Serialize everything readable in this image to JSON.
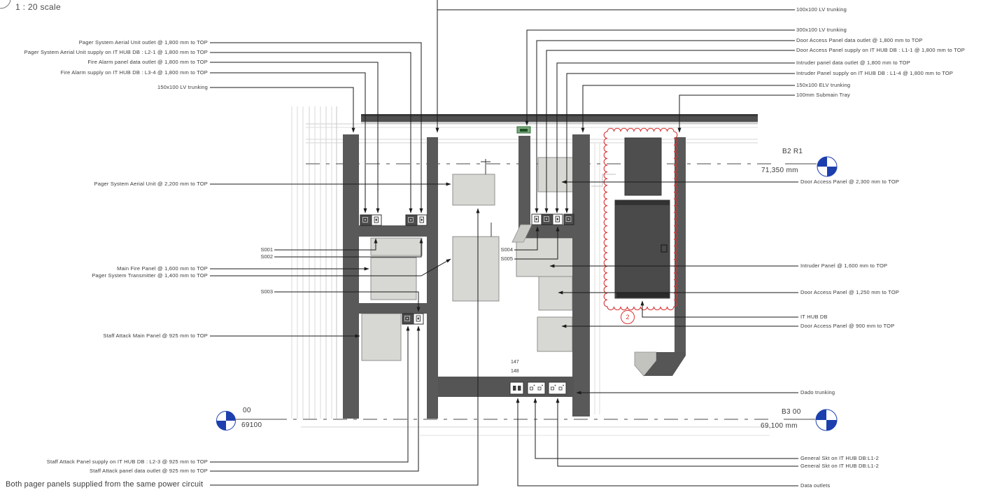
{
  "title": {
    "scale_note": "1 : 20 scale"
  },
  "annotations": {
    "left": [
      {
        "id": "pager-aerial-outlet",
        "text": "Pager System Aerial Unit outlet @ 1,800 mm to TOP"
      },
      {
        "id": "pager-aerial-supply",
        "text": "Pager System Aerial Unit supply on IT HUB DB : L2-1 @ 1,800 mm to TOP"
      },
      {
        "id": "fire-alarm-data",
        "text": "Fire Alarm panel data outlet @ 1,800 mm to TOP"
      },
      {
        "id": "fire-alarm-supply",
        "text": "Fire Alarm supply on IT HUB DB : L3-4 @ 1,800 mm to TOP"
      },
      {
        "id": "lv-trunking-150",
        "text": "150x100 LV trunking"
      },
      {
        "id": "pager-aerial-unit",
        "text": "Pager System Aerial Unit @ 2,200 mm to TOP"
      },
      {
        "id": "main-fire-panel",
        "text": "Main Fire Panel @ 1,600 mm to TOP"
      },
      {
        "id": "pager-transmitter",
        "text": "Pager System Transmitter @ 1,400 mm to TOP"
      },
      {
        "id": "staff-attack-main",
        "text": "Staff Attack Main Panel @ 925 mm to TOP"
      },
      {
        "id": "staff-attack-supply",
        "text": "Staff Attack Panel supply on IT HUB DB : L2-3 @ 925 mm to TOP"
      },
      {
        "id": "staff-attack-data",
        "text": "Staff Attack panel data outlet @ 925 mm to TOP"
      }
    ],
    "right": [
      {
        "id": "lv-trunking-100",
        "text": "100x100 LV trunking"
      },
      {
        "id": "lv-trunking-300",
        "text": "300x100 LV trunking"
      },
      {
        "id": "door-access-data",
        "text": "Door Access Panel data outlet @ 1,800 mm to TOP"
      },
      {
        "id": "door-access-supply",
        "text": "Door Access Panel supply on IT HUB DB : L1-1 @ 1,800 mm to TOP"
      },
      {
        "id": "intruder-data",
        "text": "Intruder panel data outlet @ 1,800 mm to TOP"
      },
      {
        "id": "intruder-supply",
        "text": "Intruder Panel supply on IT HUB DB : L1-4 @ 1,800 mm to TOP"
      },
      {
        "id": "elv-trunking-150",
        "text": "150x100 ELV trunking"
      },
      {
        "id": "submain-tray",
        "text": "100mm Submain Tray"
      },
      {
        "id": "door-access-2300",
        "text": "Door Access Panel @ 2,300 mm to TOP"
      },
      {
        "id": "intruder-panel-1600",
        "text": "Intruder Panel @ 1,600 mm to TOP"
      },
      {
        "id": "door-access-1250",
        "text": "Door Access Panel @ 1,250 mm to TOP"
      },
      {
        "id": "it-hub-db",
        "text": "IT HUB DB"
      },
      {
        "id": "door-access-900",
        "text": "Door Access Panel @ 900 mm to TOP"
      },
      {
        "id": "dado-trunking",
        "text": "Dado trunking"
      },
      {
        "id": "general-skt-1",
        "text": "General Skt on IT HUB DB:L1-2"
      },
      {
        "id": "general-skt-2",
        "text": "General Skt on IT HUB DB:L1-2"
      },
      {
        "id": "data-outlets",
        "text": "Data outlets"
      }
    ],
    "component_refs": {
      "s001": "S001",
      "s002": "S002",
      "s003": "S003",
      "s004": "S004",
      "s005": "S005"
    },
    "outlet_numbers": {
      "first": "147",
      "second": "148"
    },
    "note_bottom": "Both pager panels supplied from the same power circuit"
  },
  "datum_markers": {
    "b2_r1": {
      "name": "B2 R1",
      "elevation": "71,350 mm"
    },
    "dd_00": {
      "name": "00",
      "elevation": "69100"
    },
    "b3_00": {
      "name": "B3 00",
      "elevation": "69,100 mm"
    }
  },
  "revision_cloud": {
    "tag": "2"
  },
  "colors": {
    "trunking_gray": "#595959",
    "panel_light": "#d7d7d3",
    "panel_dark": "#4a4a4a",
    "revision_red": "#d93636",
    "datum_blue": "#1d3fae",
    "lv_marker_green": "#4e8f55",
    "leader_black": "#222222"
  }
}
